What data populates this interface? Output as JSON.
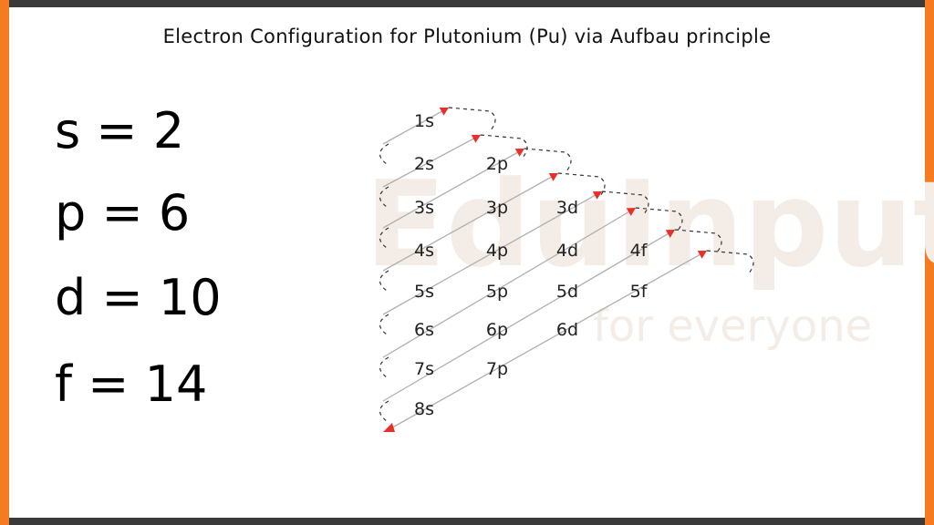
{
  "title": "Electron Configuration for Plutonium (Pu) via Aufbau principle",
  "rules": [
    {
      "text": "s = 2"
    },
    {
      "text": "p = 6"
    },
    {
      "text": "d = 10"
    },
    {
      "text": "f = 14"
    }
  ],
  "watermark": {
    "brand": "EduInput",
    "tagline": "for everyone"
  },
  "orbitals": [
    [
      "1s"
    ],
    [
      "2s",
      "2p"
    ],
    [
      "3s",
      "3p",
      "3d"
    ],
    [
      "4s",
      "4p",
      "4d",
      "4f"
    ],
    [
      "5s",
      "5p",
      "5d",
      "5f"
    ],
    [
      "6s",
      "6p",
      "6d"
    ],
    [
      "7s",
      "7p"
    ],
    [
      "8s"
    ]
  ],
  "colors": {
    "arrow_line": "#b0b0b0",
    "arrow_head": "#e8302a",
    "frame_side": "#f47b20",
    "frame_edge": "#3a3a3a"
  }
}
